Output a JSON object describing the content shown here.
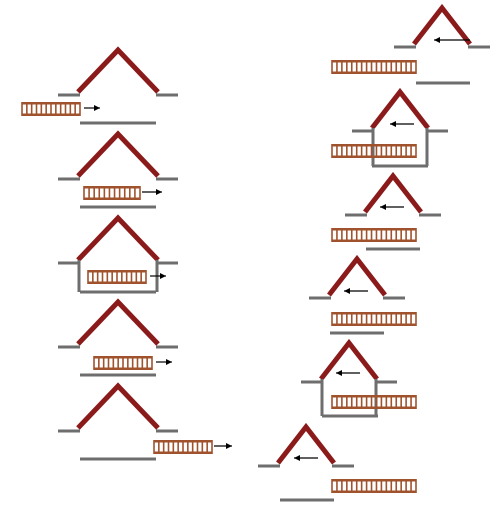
{
  "diagram": {
    "description_visible_text": "",
    "colors": {
      "roof": "#8b1a1a",
      "wall": "#6e6e6e",
      "ladder": "#a0522d",
      "arrow": "#000000",
      "background": "#ffffff"
    },
    "left_column": [
      {
        "step": 1,
        "ladder": "outside-left",
        "arrow": "right",
        "walls": false
      },
      {
        "step": 2,
        "ladder": "entering",
        "arrow": "right",
        "walls": false
      },
      {
        "step": 3,
        "ladder": "inside",
        "arrow": "right",
        "walls": true
      },
      {
        "step": 4,
        "ladder": "exiting",
        "arrow": "right",
        "walls": false
      },
      {
        "step": 5,
        "ladder": "outside-right",
        "arrow": "right",
        "walls": false
      }
    ],
    "right_column": [
      {
        "step": 1,
        "ladder": "before-house",
        "arrow": "left",
        "walls": false
      },
      {
        "step": 2,
        "ladder": "entering",
        "arrow": "left",
        "walls": true
      },
      {
        "step": 3,
        "ladder": "inside",
        "arrow": "left",
        "walls": false
      },
      {
        "step": 4,
        "ladder": "inside",
        "arrow": "left",
        "walls": false
      },
      {
        "step": 5,
        "ladder": "exiting",
        "arrow": "left",
        "walls": true
      },
      {
        "step": 6,
        "ladder": "after-house",
        "arrow": "left",
        "walls": false
      }
    ]
  }
}
